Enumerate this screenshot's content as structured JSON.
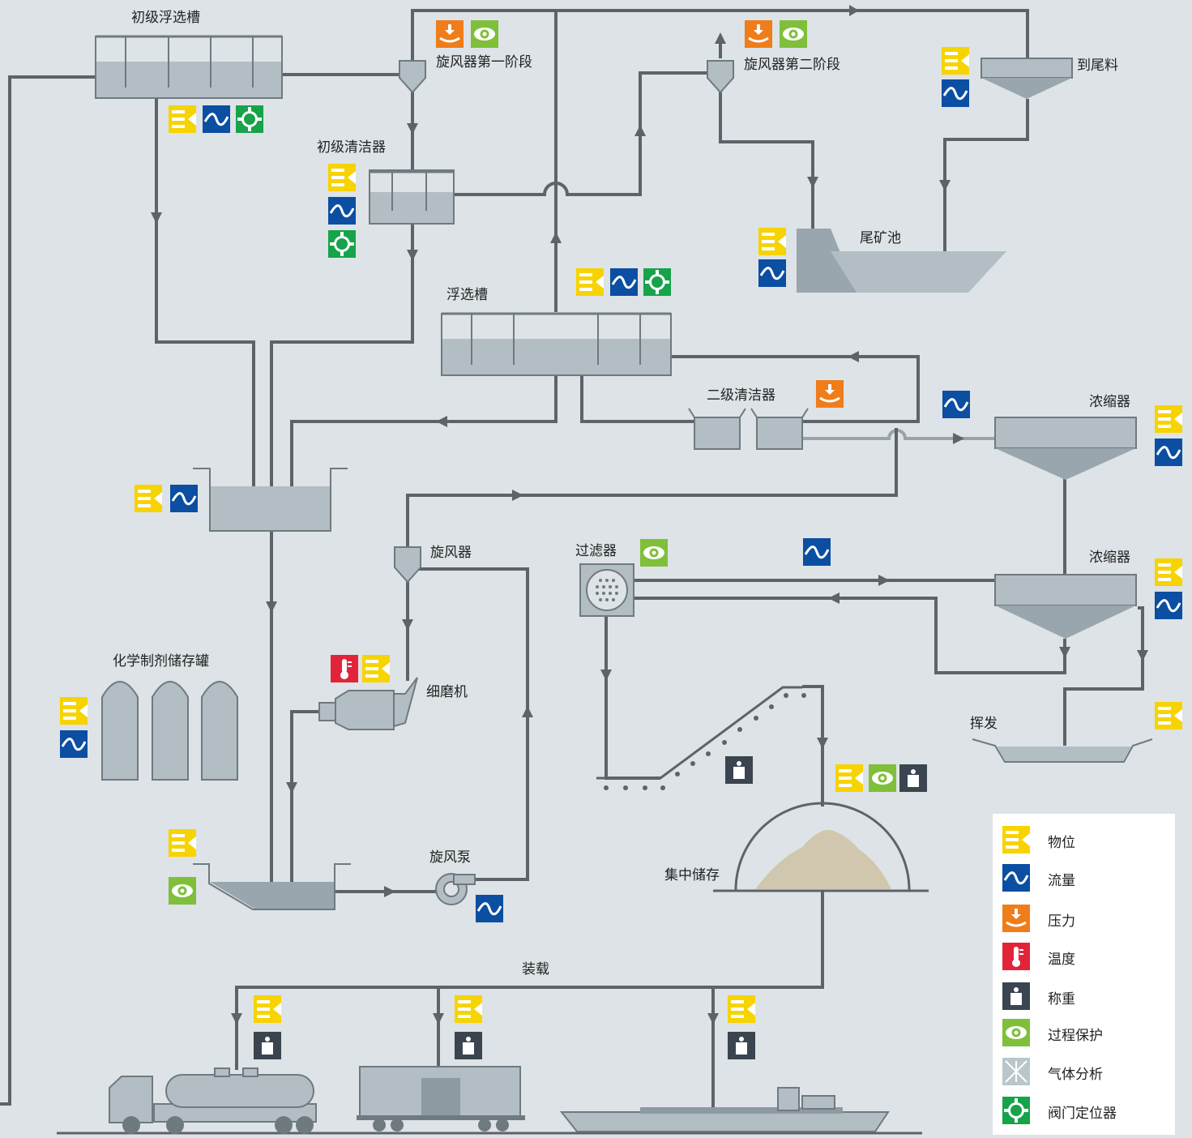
{
  "labels": {
    "primary_flotation": "初级浮选槽",
    "cyclone_stage1": "旋风器第一阶段",
    "cyclone_stage2": "旋风器第二阶段",
    "to_tailings": "到尾料",
    "primary_cleaner": "初级清洁器",
    "tailings_pond": "尾矿池",
    "flotation": "浮选槽",
    "secondary_cleaner": "二级清洁器",
    "thickener1": "浓缩器",
    "thickener2": "浓缩器",
    "cyclone": "旋风器",
    "filter": "过滤器",
    "chemical_storage": "化学制剂储存罐",
    "grinder": "细磨机",
    "evaporation": "挥发",
    "cyclone_pump": "旋风泵",
    "central_storage": "集中储存",
    "loading": "装载"
  },
  "legend": [
    {
      "icon": "level-icon",
      "label": "物位",
      "color": "#f7d300"
    },
    {
      "icon": "flow-icon",
      "label": "流量",
      "color": "#0b4ea2"
    },
    {
      "icon": "pressure-icon",
      "label": "压力",
      "color": "#ef7d1a"
    },
    {
      "icon": "temperature-icon",
      "label": "温度",
      "color": "#e2243b"
    },
    {
      "icon": "weighing-icon",
      "label": "称重",
      "color": "#3a4550"
    },
    {
      "icon": "process-protection-icon",
      "label": "过程保护",
      "color": "#7fbf3a"
    },
    {
      "icon": "gas-analysis-icon",
      "label": "气体分析",
      "color": "#b9c6cc"
    },
    {
      "icon": "valve-positioner-icon",
      "label": "阀门定位器",
      "color": "#16a34a"
    }
  ]
}
